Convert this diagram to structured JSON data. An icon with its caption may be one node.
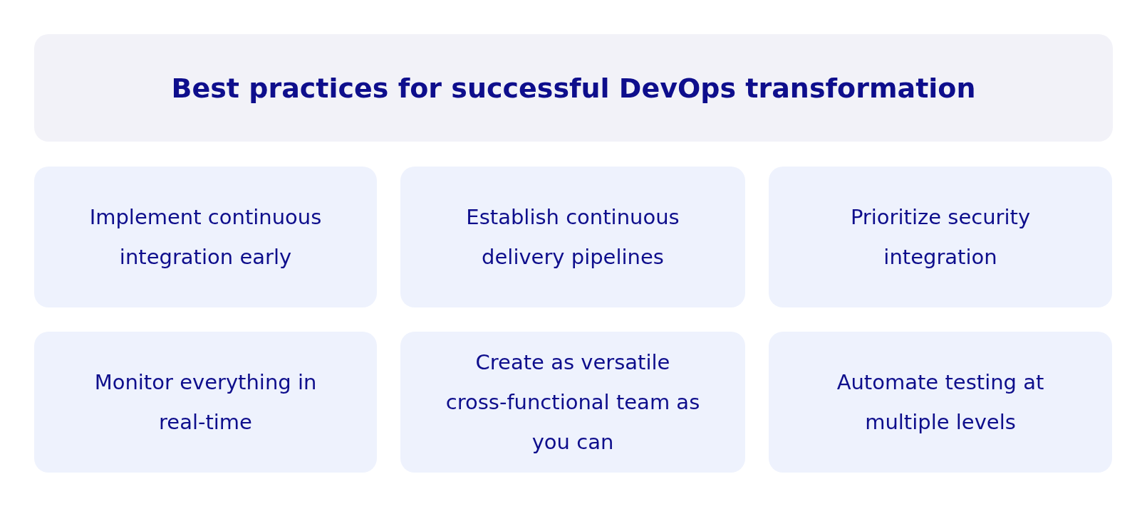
{
  "diagram": {
    "title": "Best practices for successful DevOps transformation",
    "nodes": [
      {
        "text": [
          "Implement continuous integration early"
        ]
      },
      {
        "text": [
          "Establish continuous delivery pipelines"
        ]
      },
      {
        "text": [
          "Prioritize security integration"
        ]
      },
      {
        "text": [
          "Monitor everything in real-time"
        ]
      },
      {
        "text": [
          "Create as versatile cross-functional team as you can"
        ]
      },
      {
        "text": [
          "Automate testing at multiple levels"
        ]
      }
    ]
  }
}
